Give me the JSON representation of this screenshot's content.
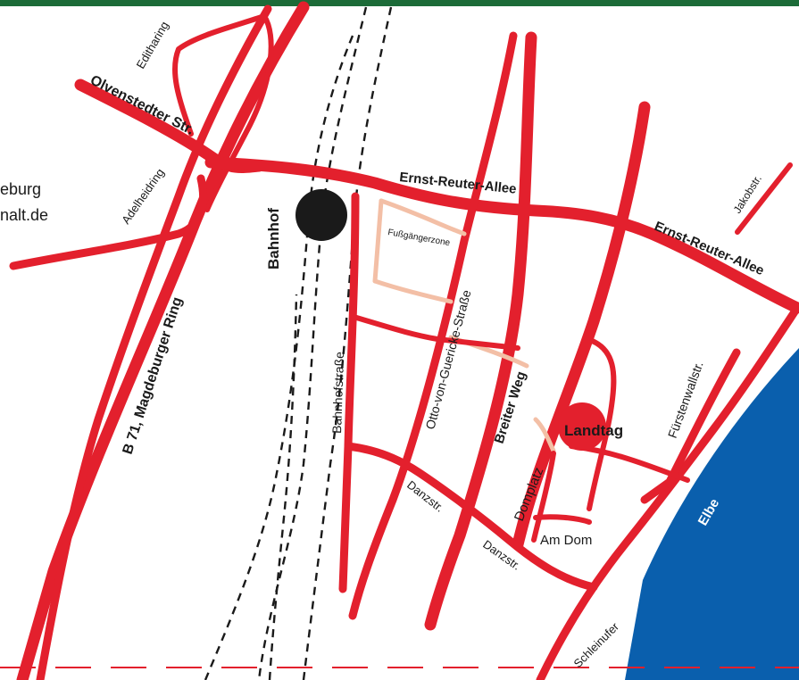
{
  "map": {
    "colors": {
      "street": "#e3202d",
      "top_band": "#1c6b38",
      "river": "#0a5fad",
      "pedestrian_zone": "#f3bfa6",
      "station_marker": "#1a1a1a",
      "landmark_marker": "#e3202d",
      "railway": "#1a1a1a",
      "border": "#e3202d"
    },
    "streets": {
      "olvenstedter": "Olvenstedter Str.",
      "editharing": "Editharing",
      "adelheidring": "Adelheidring",
      "ernst_reuter_1": "Ernst-Reuter-Allee",
      "ernst_reuter_2": "Ernst-Reuter-Allee",
      "b71": "B 71, Magdeburger Ring",
      "bahnhofstrasse": "Bahnhofstraße",
      "otto_von_guericke": "Otto-von-Guericke-Straße",
      "fussgaengerzone": "Fußgängerzone",
      "breiter_weg": "Breiter Weg",
      "danzstr_1": "Danzstr.",
      "danzstr_2": "Danzstr.",
      "domplatz": "Domplatz",
      "am_dom": "Am Dom",
      "fuerstenwallstr": "Fürstenwallstr.",
      "jakobstr": "Jakobstr.",
      "schleinufer": "Schleinufer"
    },
    "places": {
      "bahnhof": "Bahnhof",
      "landtag": "Landtag"
    },
    "river": "Elbe",
    "cutoff_text_line1": "eburg",
    "cutoff_text_line2": "nalt.de"
  }
}
